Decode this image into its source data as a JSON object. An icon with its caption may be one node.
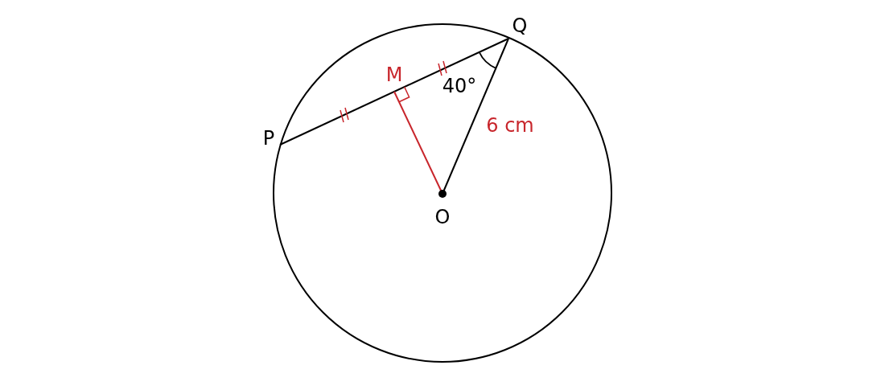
{
  "diagram": {
    "labels": [
      "Q",
      "M",
      "40°",
      "P",
      "6 cm",
      "O"
    ]
  }
}
